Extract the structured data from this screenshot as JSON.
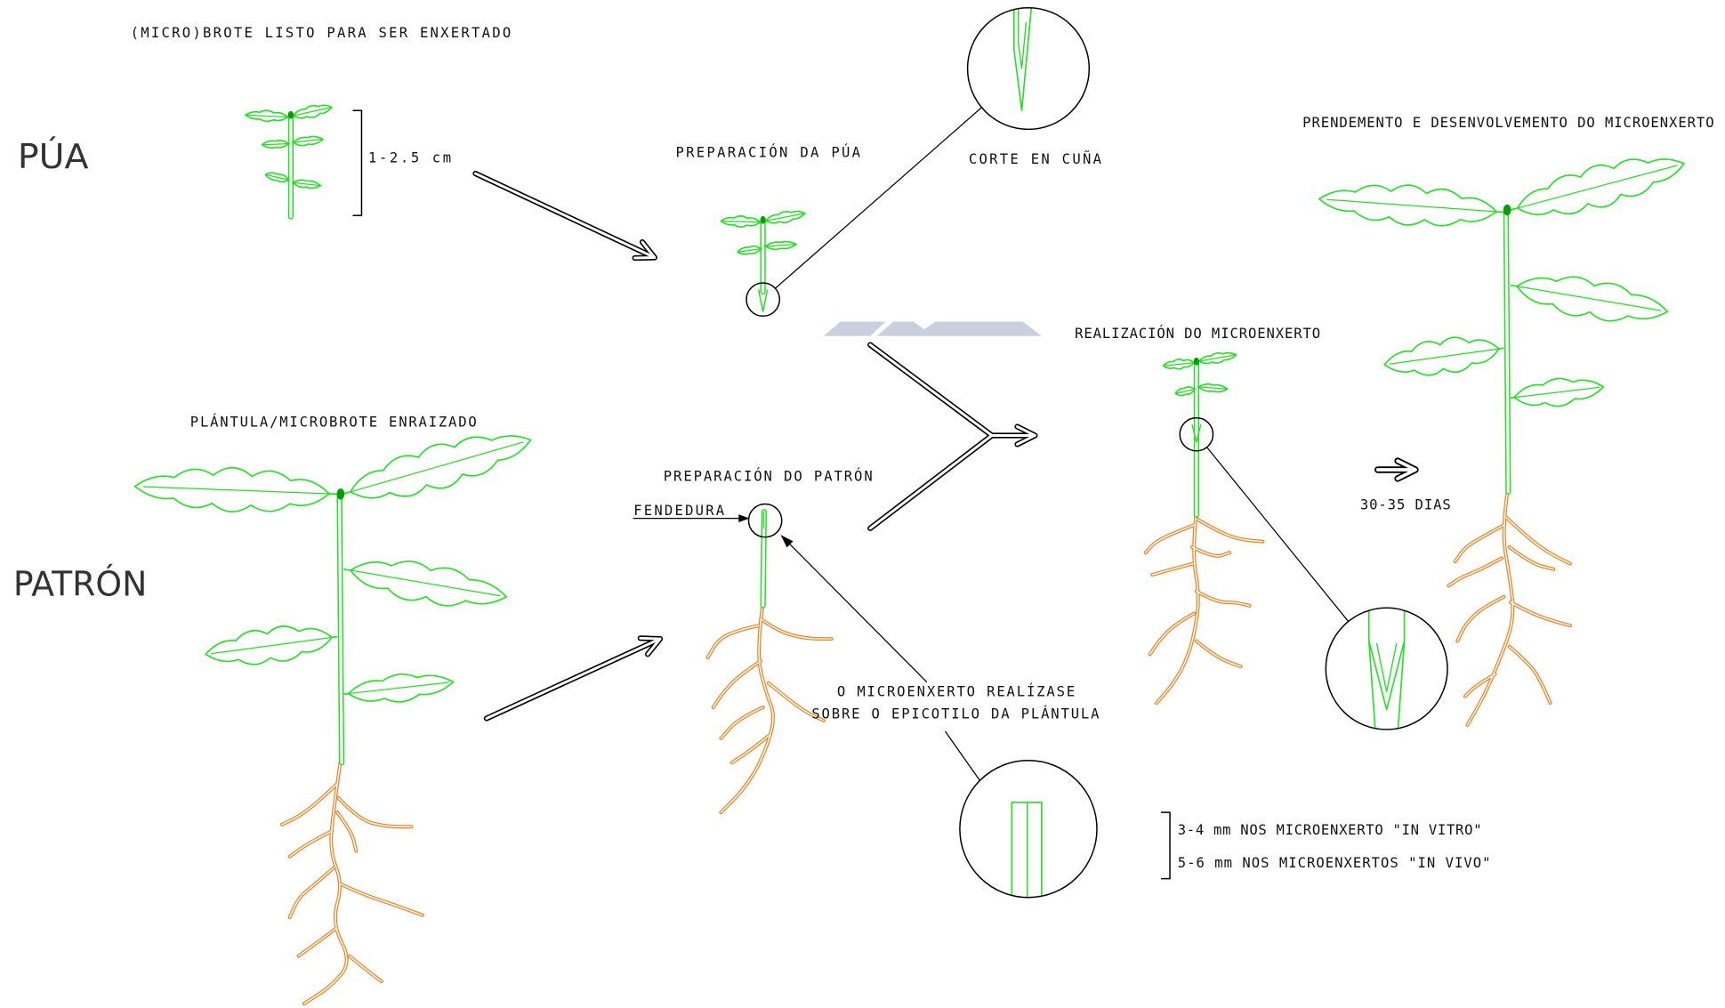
{
  "labels": {
    "microbrote_ready": "(MICRO)BROTE LISTO PARA SER ENXERTADO",
    "pua": "PÚA",
    "size_range": "1-2.5 cm",
    "prep_pua": "PREPARACIÓN DA PÚA",
    "wedge_cut": "CORTE EN CUÑA",
    "development": "PRENDEMENTO E DESENVOLVEMENTO DO MICROENXERTO",
    "realization": "REALIZACIÓN DO MICROENXERTO",
    "rooted_plantlet": "PLÁNTULA/MICROBROTE ENRAIZADO",
    "patron": "PATRÓN",
    "prep_patron": "PREPARACIÓN DO PATRÓN",
    "cleft": "FENDEDURA",
    "days": "30-35 DIAS",
    "note_line1": "O MICROENXERTO REALÍZASE",
    "note_line2": "SOBRE O EPICOTILO DA PLÁNTULA",
    "in_vitro": "3-4 mm NOS MICROENXERTO \"IN VITRO\"",
    "in_vivo": "5-6 mm NOS MICROENXERTOS \"IN VIVO\""
  },
  "colors": {
    "shoot": "#22e022",
    "bud": "#00a000",
    "root": "#f0821e",
    "line": "#000000",
    "logo": "#c8d0e0"
  }
}
